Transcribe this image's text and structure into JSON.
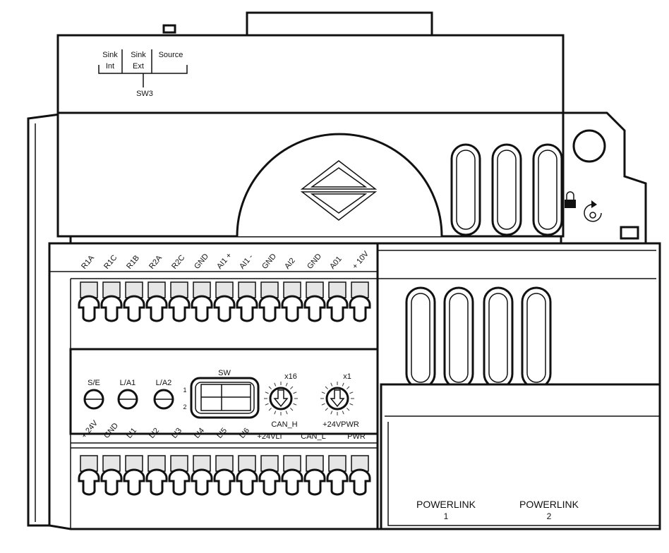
{
  "sw3": {
    "options": [
      "Sink",
      "Sink",
      "Source"
    ],
    "sub": [
      "Int",
      "Ext"
    ],
    "label": "SW3"
  },
  "top_terminals": [
    "R1A",
    "R1C",
    "R1B",
    "R2A",
    "R2C",
    "GND",
    "AI1 +",
    "AI1 -",
    "GND",
    "AI2",
    "GND",
    "A01",
    "+ 10V"
  ],
  "leds": [
    "S/E",
    "L/A1",
    "L/A2"
  ],
  "sw": {
    "label": "SW",
    "pos1": "1",
    "pos2": "2"
  },
  "rotary": [
    {
      "mult": "x16",
      "label": "CAN_H"
    },
    {
      "mult": "x1",
      "label": "+24VPWR"
    }
  ],
  "bottom_terminals_rotated": [
    "+ 24V",
    "GND",
    "LI1",
    "LI2",
    "LI3",
    "LI4",
    "LI5",
    "LI6"
  ],
  "bottom_terminals_flat": [
    "+24VLI",
    "CAN_L",
    "PWR"
  ],
  "ports": [
    {
      "name": "POWERLINK",
      "num": "1"
    },
    {
      "name": "POWERLINK",
      "num": "2"
    }
  ]
}
